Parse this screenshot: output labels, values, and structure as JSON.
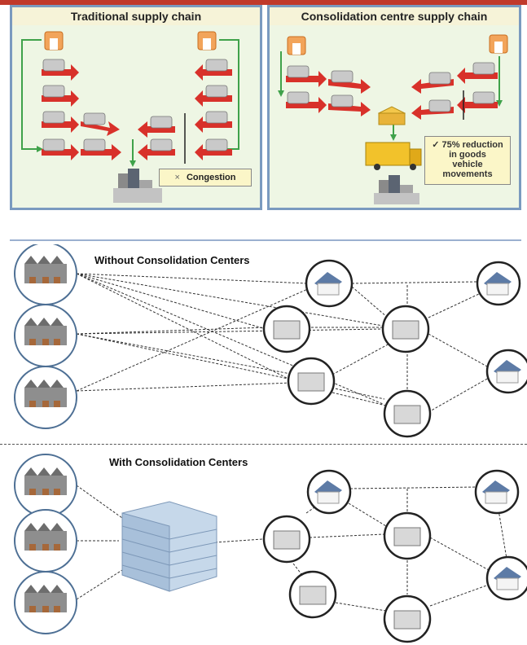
{
  "top": {
    "left_panel": {
      "title": "Traditional supply chain",
      "note": "Congestion",
      "note_mark": "×"
    },
    "right_panel": {
      "title": "Consolidation centre supply chain",
      "note_mark": "✓",
      "note": "75% reduction in goods vehicle movements",
      "note_lines": [
        "75% reduction",
        "in goods",
        "vehicle",
        "movements"
      ]
    }
  },
  "bottom": {
    "without_title": "Without Consolidation Centers",
    "with_title": "With Consolidation Centers"
  },
  "colors": {
    "panel_border": "#7a9abf",
    "panel_bg": "#eef6e4",
    "title_bg": "#f6f3d8",
    "arrow_red": "#d8312a",
    "arrow_green": "#3fa24a",
    "circle": "#333333"
  },
  "icons": [
    "warehouse-icon",
    "van-icon",
    "house-icon",
    "factory-icon",
    "consolidation-building-icon",
    "city-buildings-icon",
    "truck-icon"
  ]
}
